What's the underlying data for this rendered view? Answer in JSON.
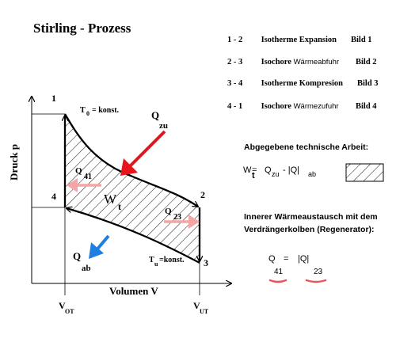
{
  "title": "Stirling - Prozess",
  "processes": [
    {
      "num": "1 - 2",
      "type": "Isotherme",
      "name": "Expansion",
      "bild": "Bild 1"
    },
    {
      "num": "2 - 3",
      "type": "Isochore",
      "name": "Wärmeabfuhr",
      "bild": "Bild 2"
    },
    {
      "num": "3 - 4",
      "type": "Isotherme",
      "name": "Kompresion",
      "bild": "Bild 3"
    },
    {
      "num": "4 - 1",
      "type": "Isochore",
      "name": "Wärmezufuhr",
      "bild": "Bild 4"
    }
  ],
  "diagram": {
    "y_axis_label": "Druck  p",
    "x_axis_label": "Volumen  V",
    "points": {
      "p1": "1",
      "p2": "2",
      "p3": "3",
      "p4": "4"
    },
    "t0_label": "T",
    "t0_sub": "0",
    "t0_rest": "= konst.",
    "tu_label": "T",
    "tu_sub": "u",
    "tu_rest": "=konst.",
    "q": "Q",
    "qzu_sub": "zu",
    "q41_sub": "41",
    "q23_sub": "23",
    "qab_sub": "ab",
    "work": "W",
    "work_sub": "t",
    "v_ot": "V",
    "v_ot_sub": "OT",
    "v_ut": "V",
    "v_ut_sub": "UT",
    "colors": {
      "q_zu_arrow": "#e8141b",
      "q_ab_arrow": "#1e7fe0",
      "regen_arrow": "#f4a6a6",
      "underline": "#e8555b"
    }
  },
  "work_section": {
    "heading": "Abgegebene technische Arbeit:",
    "formula_w": "W",
    "formula_w_sub": "t",
    "formula_eq": "=",
    "formula_q": "Q",
    "formula_q_sub": "zu",
    "formula_rest": "-  |Q|",
    "formula_rest_sub": "ab"
  },
  "regen_section": {
    "line1": "Innerer Wärmeaustausch mit dem",
    "line2": "Verdrängerkolben (Regenerator):",
    "lhs": "Q",
    "lhs_sub": "41",
    "eq": "=",
    "rhs": "|Q|",
    "rhs_sub": "23"
  }
}
